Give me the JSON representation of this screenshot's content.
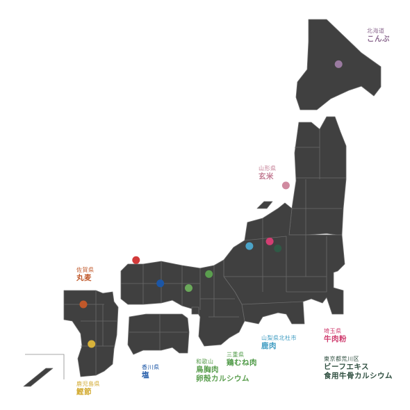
{
  "colors": {
    "land": "#404040",
    "border": "#6b6b6b",
    "background": "#ffffff"
  },
  "markers": [
    {
      "id": "hokkaido",
      "prefecture": "北海道",
      "products": [
        "こんぶ"
      ],
      "color": "#9a7aa0",
      "lon": 142.8,
      "lat": 43.6
    },
    {
      "id": "yamagata",
      "prefecture": "山形県",
      "products": [
        "玄米"
      ],
      "color": "#d08aa0",
      "lon": 140.2,
      "lat": 38.4
    },
    {
      "id": "saitama",
      "prefecture": "埼玉県",
      "products": [
        "牛肉粉"
      ],
      "color": "#d23e72",
      "lon": 139.4,
      "lat": 36.0
    },
    {
      "id": "tokyo",
      "prefecture": "東京都荒川区",
      "products": [
        "ビーフエキス",
        "食用牛骨カルシウム"
      ],
      "color": "#2f5a46",
      "lon": 139.8,
      "lat": 35.7
    },
    {
      "id": "yamanashi",
      "prefecture": "山梨県北杜市",
      "products": [
        "鹿肉"
      ],
      "color": "#4ba3c8",
      "lon": 138.4,
      "lat": 35.8
    },
    {
      "id": "mie",
      "prefecture": "三重県",
      "products": [
        "鶏むね肉"
      ],
      "color": "#5a9e4e",
      "lon": 136.4,
      "lat": 34.6
    },
    {
      "id": "wakayama",
      "prefecture": "和歌山",
      "products": [
        "鳥胸肉",
        "卵殻カルシウム"
      ],
      "color": "#6aa85a",
      "lon": 135.4,
      "lat": 34.0
    },
    {
      "id": "kagawa",
      "prefecture": "香川県",
      "products": [
        "塩"
      ],
      "color": "#1b56a6",
      "lon": 134.0,
      "lat": 34.2
    },
    {
      "id": "saga",
      "prefecture": "佐賀県",
      "products": [
        "丸麦"
      ],
      "color": "#c0582a",
      "lon": 130.2,
      "lat": 33.3
    },
    {
      "id": "kagoshima",
      "prefecture": "鹿児島県",
      "products": [
        "鰹節"
      ],
      "color": "#d8b23a",
      "lon": 130.6,
      "lat": 31.6
    },
    {
      "id": "shimane",
      "prefecture": "",
      "products": [],
      "color": "#d23a3a",
      "lon": 132.8,
      "lat": 35.2
    }
  ]
}
